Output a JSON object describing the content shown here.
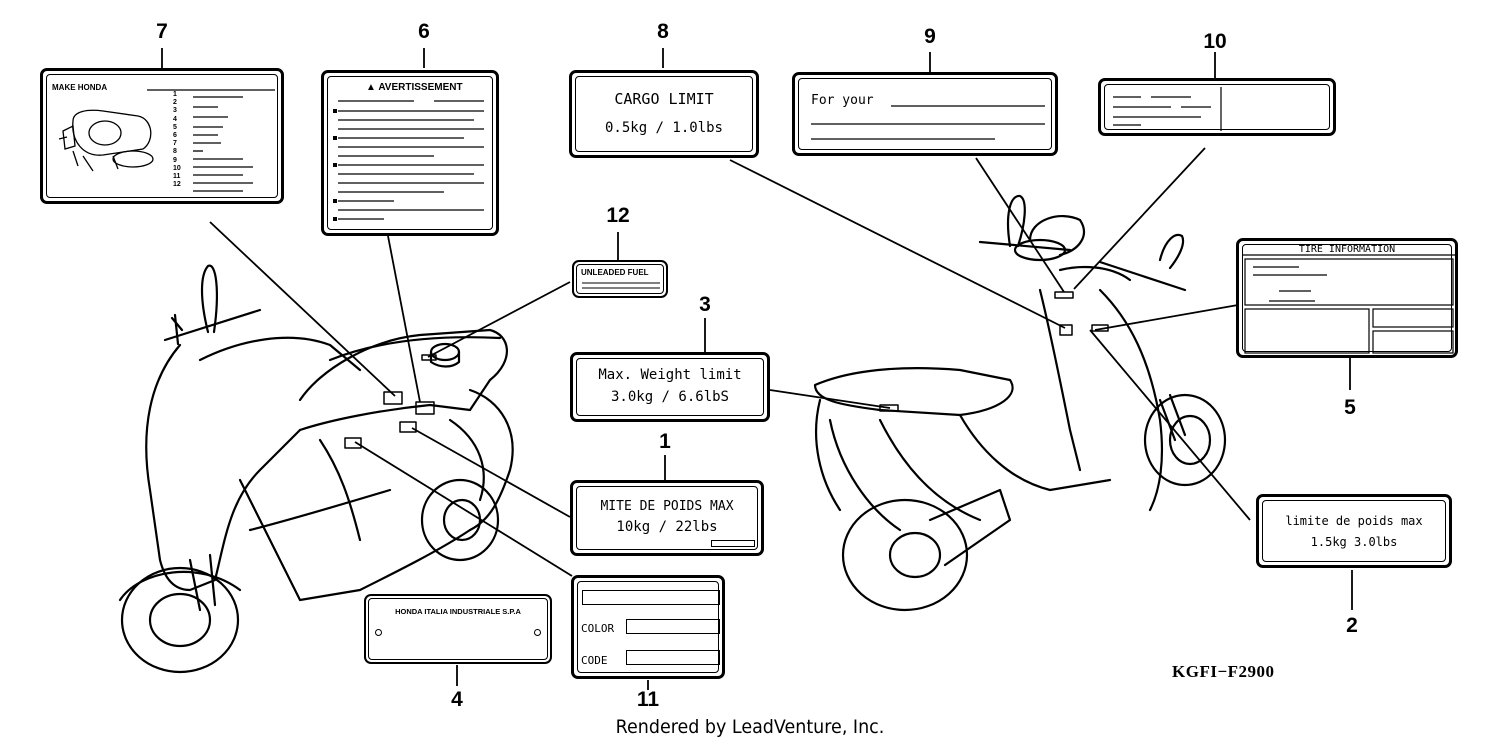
{
  "reference_code": "KGFI−F2900",
  "credit": "Rendered by LeadVenture, Inc.",
  "callouts": [
    {
      "number": "7"
    },
    {
      "number": "6"
    },
    {
      "number": "8"
    },
    {
      "number": "9"
    },
    {
      "number": "10"
    },
    {
      "number": "12"
    },
    {
      "number": "3"
    },
    {
      "number": "1"
    },
    {
      "number": "5"
    },
    {
      "number": "2"
    },
    {
      "number": "4"
    },
    {
      "number": "11"
    }
  ],
  "labels": {
    "make_honda": {
      "title": "MAKE HONDA",
      "rows": [
        "1",
        "2",
        "3",
        "4",
        "5",
        "6",
        "7",
        "8",
        "9",
        "10",
        "11",
        "12"
      ]
    },
    "avertissement": {
      "title": "AVERTISSEMENT"
    },
    "cargo_limit": {
      "line1": "CARGO LIMIT",
      "line2": "0.5kg  /  1.0lbs"
    },
    "for_your": {
      "text": "For your"
    },
    "unleaded_fuel": {
      "text": "UNLEADED  FUEL"
    },
    "max_weight": {
      "line1": "Max. Weight limit",
      "line2": "3.0kg  / 6.6lbS"
    },
    "poids_max_1": {
      "line1": "MITE DE POIDS  MAX",
      "line2": "10kg  / 22lbs"
    },
    "tire_info": {
      "title": "TIRE  INFORMATION"
    },
    "poids_max_2": {
      "line1": "limite de poids max",
      "line2": "1.5kg    3.0lbs"
    },
    "honda_italia": {
      "text": "HONDA ITALIA INDUSTRIALE S.P.A"
    },
    "color_code": {
      "color": "COLOR",
      "code": "CODE"
    }
  }
}
